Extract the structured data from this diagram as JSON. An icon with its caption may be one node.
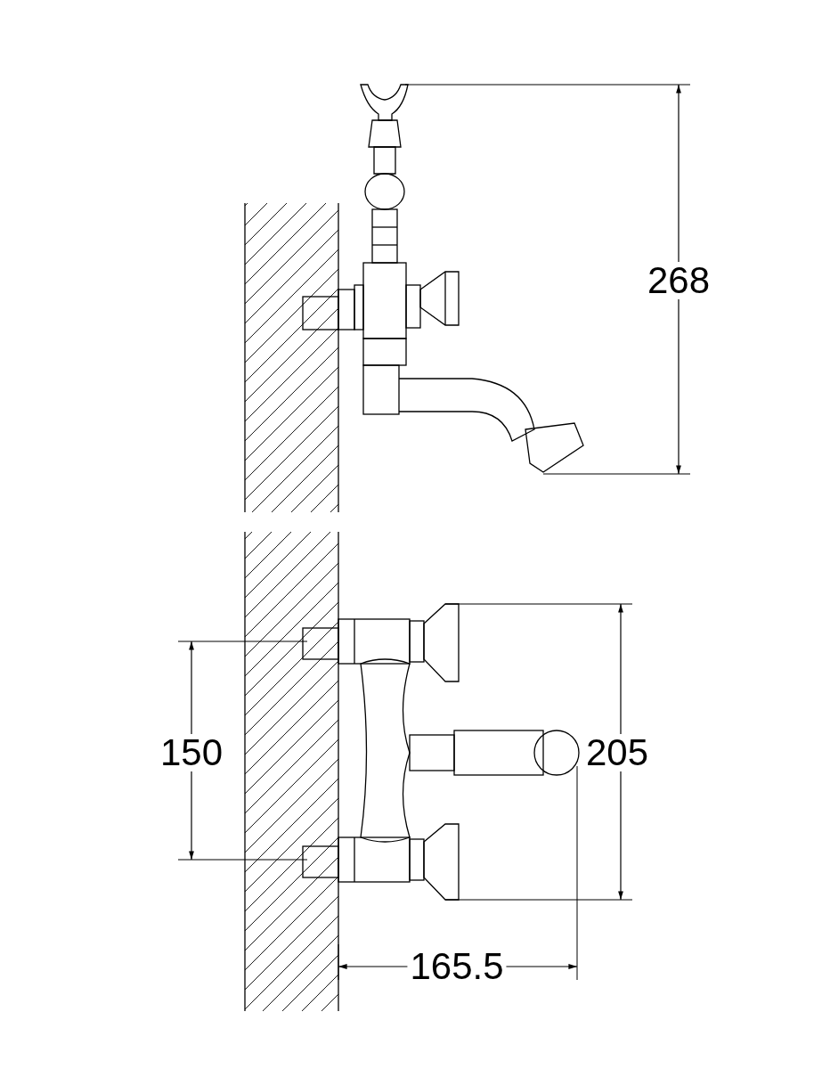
{
  "diagram": {
    "labels": [
      "268",
      "150",
      "205",
      "165.5"
    ]
  }
}
